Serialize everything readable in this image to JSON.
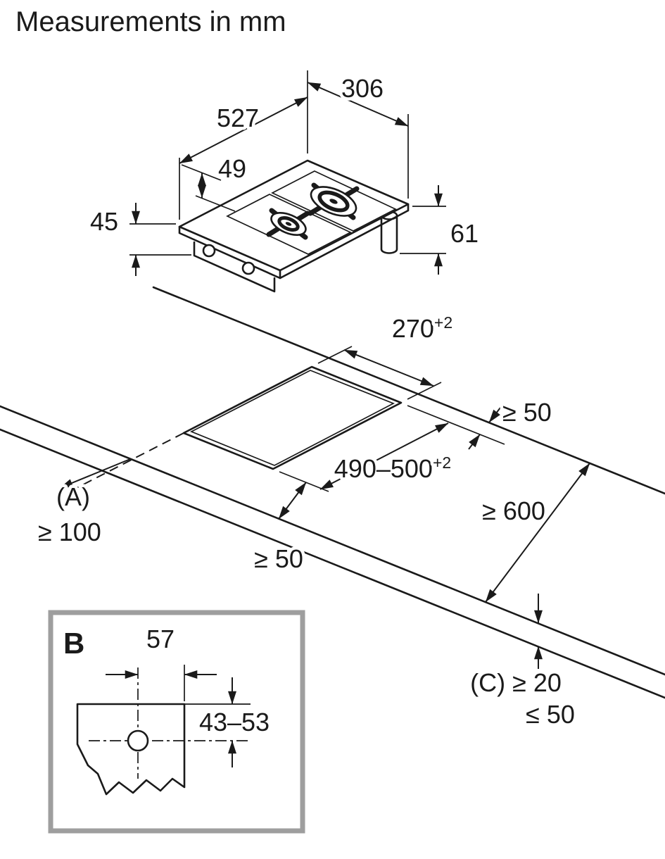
{
  "title": "Measurements in mm",
  "colors": {
    "line": "#1a1a1a",
    "inset_border": "#9e9e9e",
    "background": "#ffffff"
  },
  "hob_dimensions": {
    "width": "306",
    "depth": "527",
    "grate_offset": "49",
    "body_height": "45",
    "connection_height": "61"
  },
  "cutout_dimensions": {
    "cutout_width": "270",
    "cutout_width_tolerance": "+2",
    "cutout_depth": "490–500",
    "cutout_depth_tolerance": "+2",
    "rear_clearance": "≥ 50",
    "front_clearance": "≥ 50",
    "worktop_depth": "≥ 600",
    "side_ref": "(A)",
    "side_clearance": "≥ 100",
    "front_edge_ref": "(C) ≥ 20",
    "front_edge_ref2": "≤ 50"
  },
  "detail_b": {
    "label": "B",
    "hole_horizontal": "57",
    "hole_vertical": "43–53"
  }
}
